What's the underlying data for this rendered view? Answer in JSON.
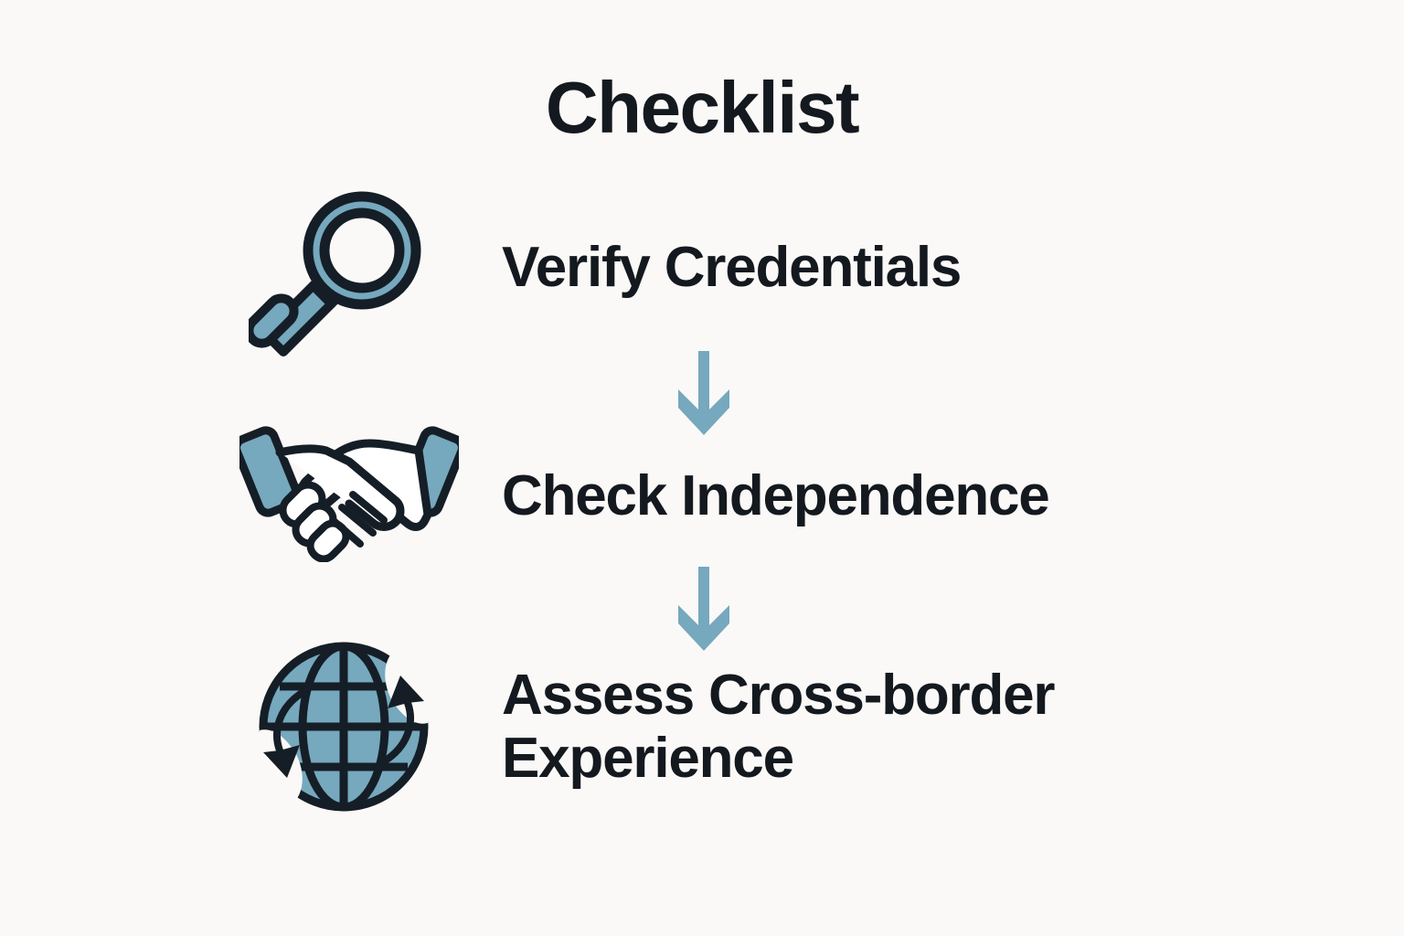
{
  "page": {
    "title": "Checklist",
    "background_color": "#faf9f7",
    "text_color": "#14191f",
    "accent_color": "#76a8be",
    "outline_color": "#151e26"
  },
  "steps": [
    {
      "index": "1",
      "label": "Verify Credentials",
      "icon": "magnifying-glass-icon"
    },
    {
      "index": "2",
      "label": "Check Independence",
      "icon": "handshake-icon"
    },
    {
      "index": "3",
      "label_line_1": "Assess Cross-border",
      "label_line_2": "Experience",
      "label": "Assess Cross-border Experience",
      "icon": "globe-with-arrows-icon"
    }
  ],
  "connectors": [
    {
      "index": "1",
      "icon": "arrow-down-icon",
      "color": "#76a8be"
    },
    {
      "index": "2",
      "icon": "arrow-down-icon",
      "color": "#76a8be"
    }
  ]
}
